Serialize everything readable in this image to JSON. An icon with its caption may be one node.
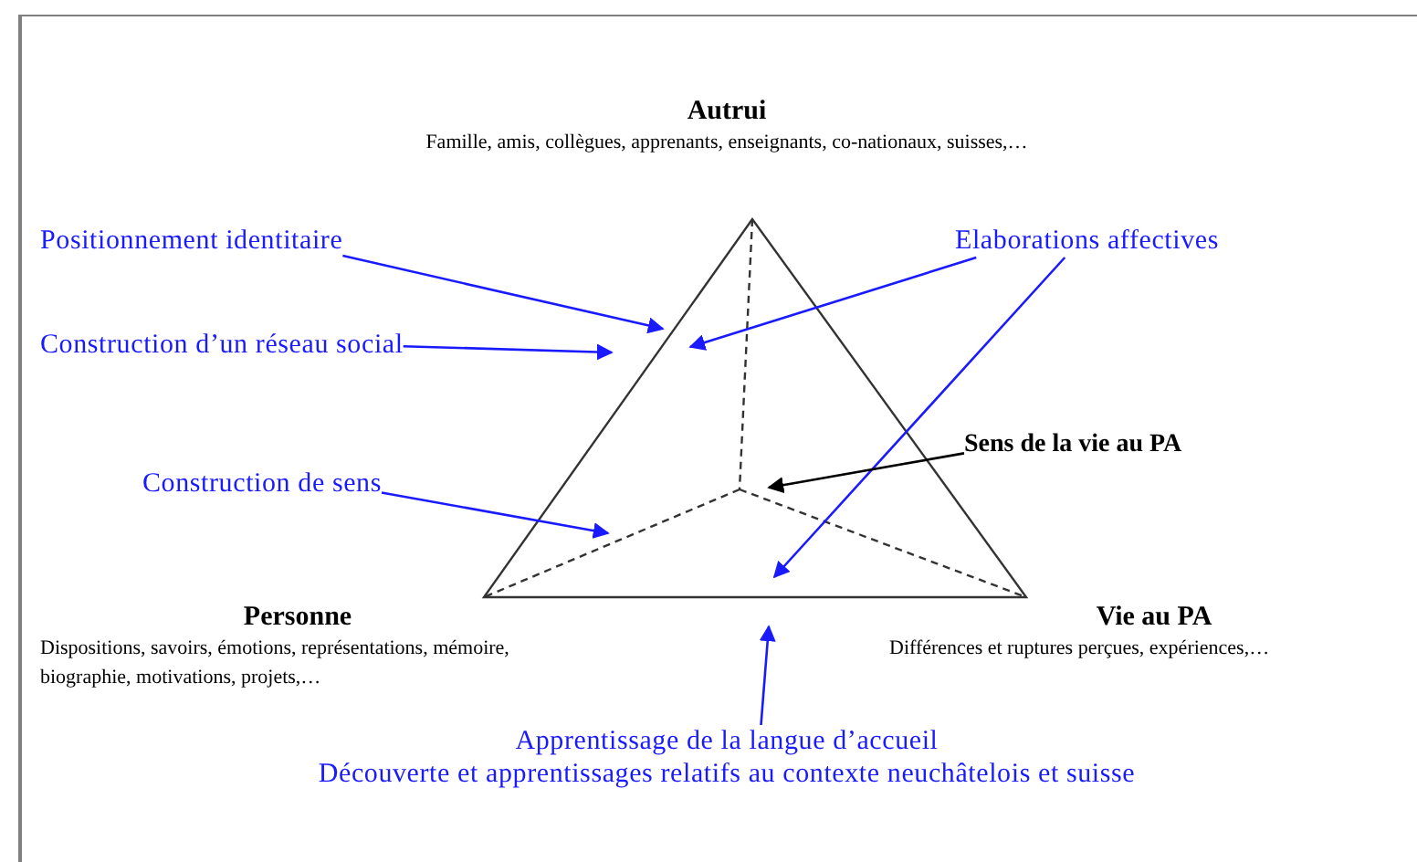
{
  "diagram": {
    "nodes": [
      {
        "text": [
          "Autrui",
          "Famille, amis, collègues, apprenants, enseignants, co-nationaux, suisses,…"
        ]
      },
      {
        "text": [
          "Positionnement identitaire"
        ]
      },
      {
        "text": [
          "Elaborations affectives"
        ]
      },
      {
        "text": [
          "Construction d’un réseau social"
        ]
      },
      {
        "text": [
          "Sens de la vie au PA"
        ]
      },
      {
        "text": [
          "Construction de sens"
        ]
      },
      {
        "text": [
          "Personne",
          "Dispositions, savoirs, émotions, représentations, mémoire, biographie, motivations, projets,…"
        ]
      },
      {
        "text": [
          "Vie au PA",
          "Différences et ruptures perçues, expériences,…"
        ]
      },
      {
        "text": [
          "Apprentissage de la langue d’accueil",
          "Découverte et apprentissages relatifs au contexte neuchâtelois et suisse"
        ]
      }
    ],
    "edges": [
      {
        "from": 1,
        "to": null,
        "arrow": "to"
      },
      {
        "from": 2,
        "to": null,
        "arrow": "to"
      },
      {
        "from": 2,
        "to": null,
        "arrow": "to"
      },
      {
        "from": 3,
        "to": null,
        "arrow": "to"
      },
      {
        "from": 4,
        "to": null,
        "arrow": "to",
        "color": "#000000"
      },
      {
        "from": 5,
        "to": null,
        "arrow": "to"
      },
      {
        "from": 8,
        "to": null,
        "arrow": "to"
      }
    ]
  }
}
